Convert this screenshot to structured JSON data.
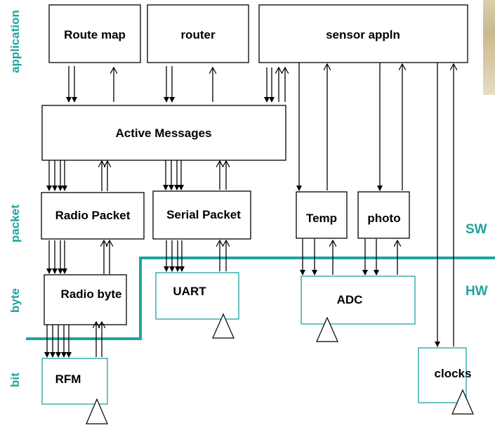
{
  "colors": {
    "teal": "#1fa3a0",
    "stroke": "#000000",
    "hw_box": "#1fa3a0"
  },
  "layers": {
    "application": "application",
    "packet": "packet",
    "byte": "byte",
    "bit": "bit"
  },
  "divider": {
    "sw": "SW",
    "hw": "HW"
  },
  "boxes": {
    "route_map": "Route map",
    "router": "router",
    "sensor_appln": "sensor appln",
    "active_messages": "Active Messages",
    "radio_packet": "Radio Packet",
    "serial_packet": "Serial Packet",
    "temp": "Temp",
    "photo": "photo",
    "radio_byte": "Radio byte",
    "uart": "UART",
    "adc": "ADC",
    "rfm": "RFM",
    "clocks": "clocks"
  }
}
